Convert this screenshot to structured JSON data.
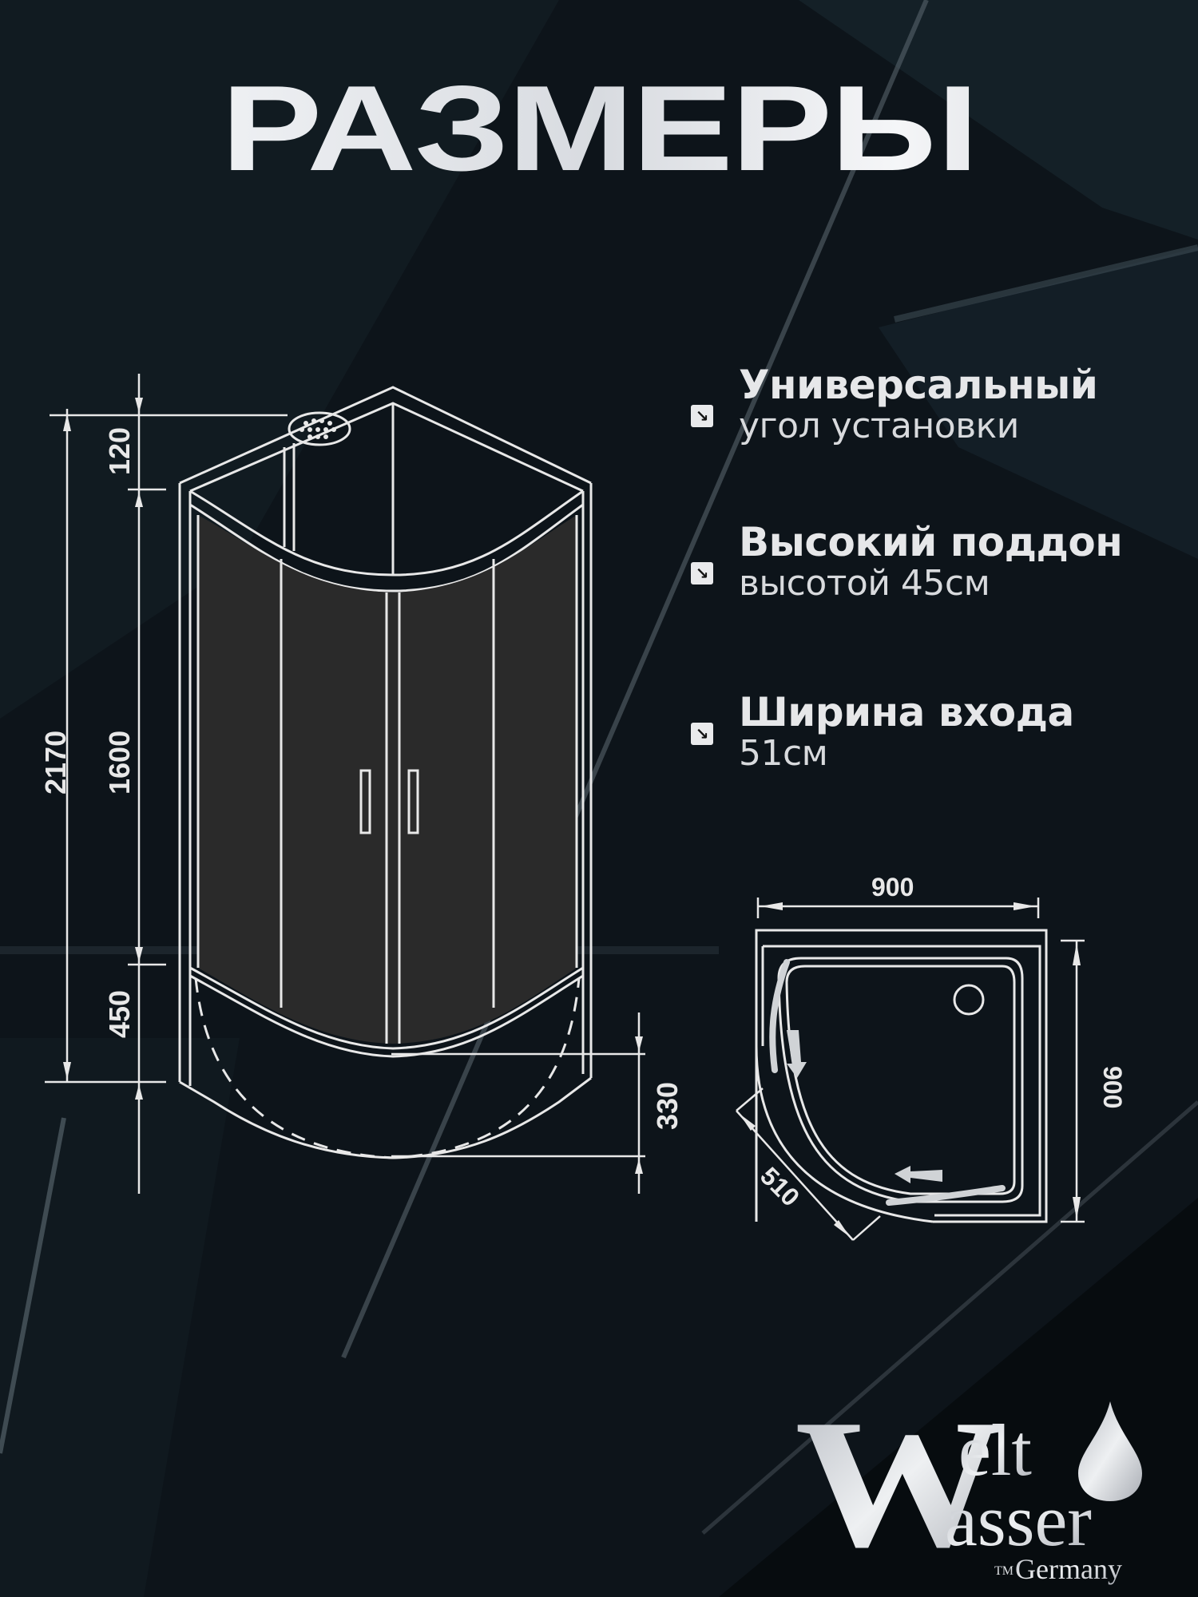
{
  "title": "РАЗМЕРЫ",
  "features": [
    {
      "heading": "Универсальный",
      "subtitle": "угол установки",
      "icon": "arrow-down-right-icon"
    },
    {
      "heading": "Высокий поддон",
      "subtitle": "высотой 45см",
      "icon": "arrow-down-right-icon"
    },
    {
      "heading": "Ширина входа",
      "subtitle": "51см",
      "icon": "arrow-down-right-icon"
    }
  ],
  "front_view": {
    "dimensions": {
      "total_height": "2170",
      "top_offset": "120",
      "glass_height": "1600",
      "tray_height": "450",
      "tray_depth": "330"
    }
  },
  "top_view": {
    "dimensions": {
      "width": "900",
      "depth": "900",
      "entrance": "510"
    }
  },
  "brand": {
    "line1_big": "W",
    "line1_rest": "elt",
    "line2_rest": "asser",
    "tm": "TM",
    "country": "Germany"
  },
  "colors": {
    "background": "#0d141a",
    "line": "#e8e8e8",
    "glass": "#2a2a2a",
    "text": "#e6e7e9"
  }
}
